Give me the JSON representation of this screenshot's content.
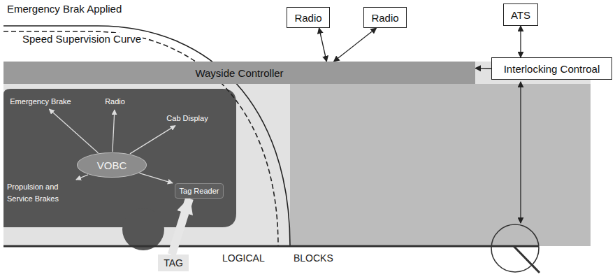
{
  "diagram": {
    "nodes": [
      {
        "text": [
          "Radio"
        ]
      },
      {
        "text": [
          "Radio"
        ]
      },
      {
        "text": [
          "ATS"
        ]
      },
      {
        "text": [
          "Wayside Controller"
        ]
      },
      {
        "text": [
          "Interlocking Controal"
        ]
      },
      {
        "text": [
          "VOBC"
        ]
      },
      {
        "text": [
          "Emergency Brake"
        ]
      },
      {
        "text": [
          "Radio"
        ]
      },
      {
        "text": [
          "Cab Display"
        ]
      },
      {
        "text": [
          "Propulsion and Service Brakes"
        ]
      },
      {
        "text": [
          "Tag Reader"
        ]
      },
      {
        "text": [
          "TAG"
        ]
      }
    ],
    "edges": [
      {
        "from": 0,
        "to": 3,
        "arrow": "both"
      },
      {
        "from": 1,
        "to": 3,
        "arrow": "both"
      },
      {
        "from": 2,
        "to": 4,
        "arrow": "both"
      },
      {
        "from": 4,
        "to": 3,
        "arrow": "to"
      },
      {
        "from": 5,
        "to": 6,
        "arrow": "to"
      },
      {
        "from": 5,
        "to": 7,
        "arrow": "to"
      },
      {
        "from": 5,
        "to": 8,
        "arrow": "to"
      },
      {
        "from": 5,
        "to": 9,
        "arrow": "to"
      },
      {
        "from": 5,
        "to": 10,
        "arrow": "to"
      },
      {
        "from": 11,
        "to": 10,
        "arrow": "to"
      }
    ],
    "labels": [
      "Emergency Brak Applied",
      "Speed Supervision Curve",
      "LOGICAL",
      "BLOCKS"
    ]
  }
}
